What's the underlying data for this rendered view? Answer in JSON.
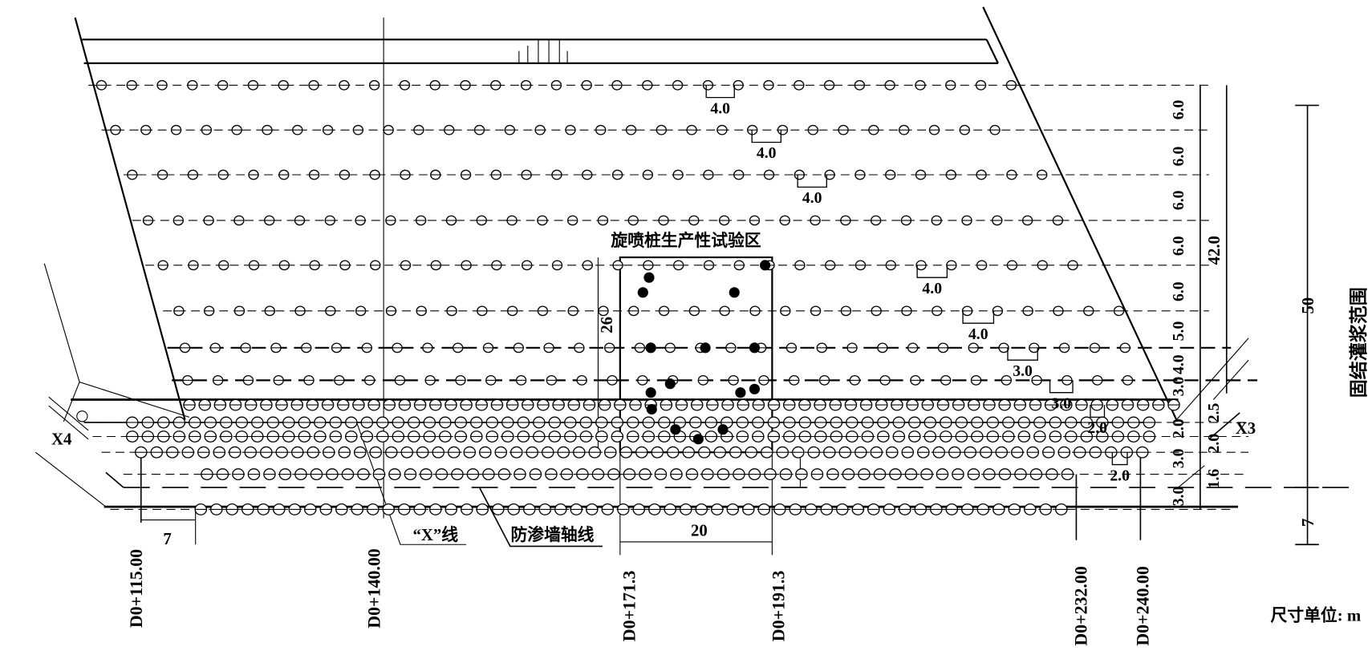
{
  "title": "旋喷桩生产性试验区",
  "unit_note": "尺寸单位: m",
  "range_label": "固结灌浆范围",
  "x_line_label": "“X”线",
  "axis_label": "防渗墙轴线",
  "points": {
    "x4": "X4",
    "x3": "X3"
  },
  "stations": [
    "D0+115.00",
    "D0+140.00",
    "D0+171.3",
    "D0+191.3",
    "D0+232.00",
    "D0+240.00"
  ],
  "spacing_labels": [
    "4.0",
    "4.0",
    "4.0",
    "4.0",
    "4.0",
    "3.0",
    "3.0",
    "2.0",
    "2.0"
  ],
  "row_dims_left": [
    "6.0",
    "6.0",
    "6.0",
    "6.0",
    "6.0",
    "5.0",
    "4.0",
    "3.0",
    "2.0",
    "3.0",
    "3.0"
  ],
  "row_dims_right": [
    "2.5",
    "2.0",
    "1.6"
  ],
  "dims": {
    "total_42": "42.0",
    "total_50": "50",
    "bottom_7": "7",
    "zone_height": "26",
    "zone_width": "20",
    "left_7": "7"
  }
}
